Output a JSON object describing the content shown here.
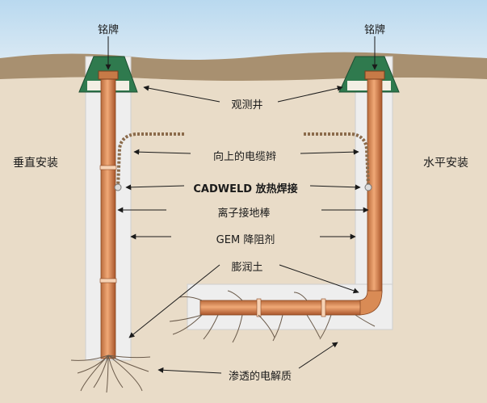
{
  "labels": {
    "nameplate_left": "铭牌",
    "nameplate_right": "铭牌",
    "inspection_well": "观测井",
    "vertical_install": "垂直安装",
    "horizontal_install": "水平安装",
    "upward_cable": "向上的电缆辫",
    "cadweld": "CADWELD 放热焊接",
    "ion_rod": "离子接地棒",
    "gem": "GEM 降阻剂",
    "backfill": "膨润土",
    "electrolyte": "渗透的电解质"
  },
  "colors": {
    "sky": "#c9e2f2",
    "soil_top": "#a89070",
    "soil": "#e9dcc8",
    "backfill": "#eeeeee",
    "well_box": "#2f7a4e",
    "rod": "#d98b55",
    "rod_dark": "#a9552a",
    "arrow": "#1a1a1a",
    "roots": "#6b5b4b"
  }
}
